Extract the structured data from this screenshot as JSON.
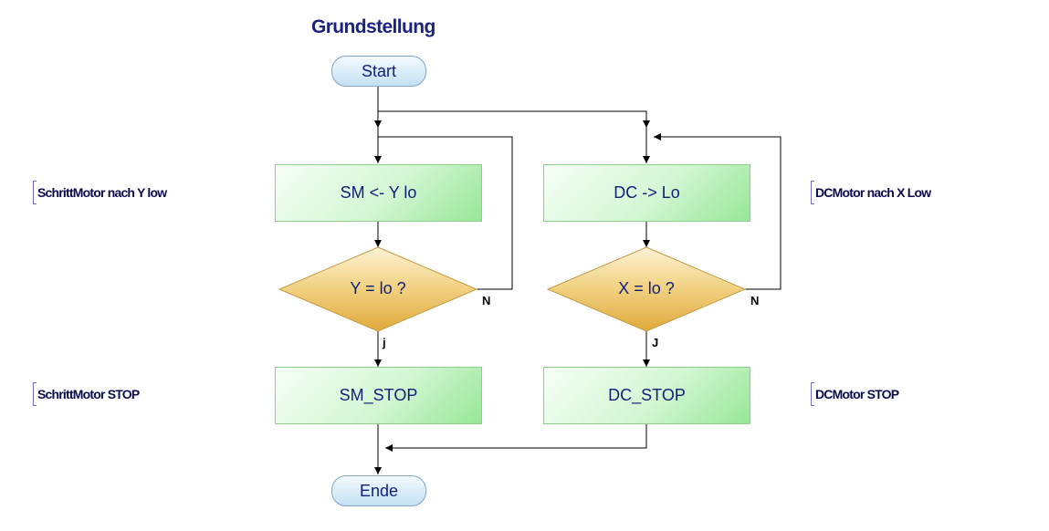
{
  "diagram": {
    "title": "Grundstellung",
    "start_label": "Start",
    "end_label": "Ende",
    "left": {
      "process_label": "SM <- Y lo",
      "decision_label": "Y = lo ?",
      "no_label": "N",
      "yes_label": "j",
      "stop_label": "SM_STOP",
      "comment_process": "SchrittMotor nach Y low",
      "comment_stop": "SchrittMotor STOP"
    },
    "right": {
      "process_label": "DC -> Lo",
      "decision_label": "X = lo ?",
      "no_label": "N",
      "yes_label": "J",
      "stop_label": "DC_STOP",
      "comment_process": "DCMotor nach X Low",
      "comment_stop": "DCMotor STOP"
    },
    "colors": {
      "line": "#000000",
      "terminal_fill": "#d9ecf8",
      "process_fill": "#c6f2c6",
      "decision_fill": "#efc562",
      "text": "#101e78",
      "comment_bracket": "#6b6bc4"
    }
  }
}
